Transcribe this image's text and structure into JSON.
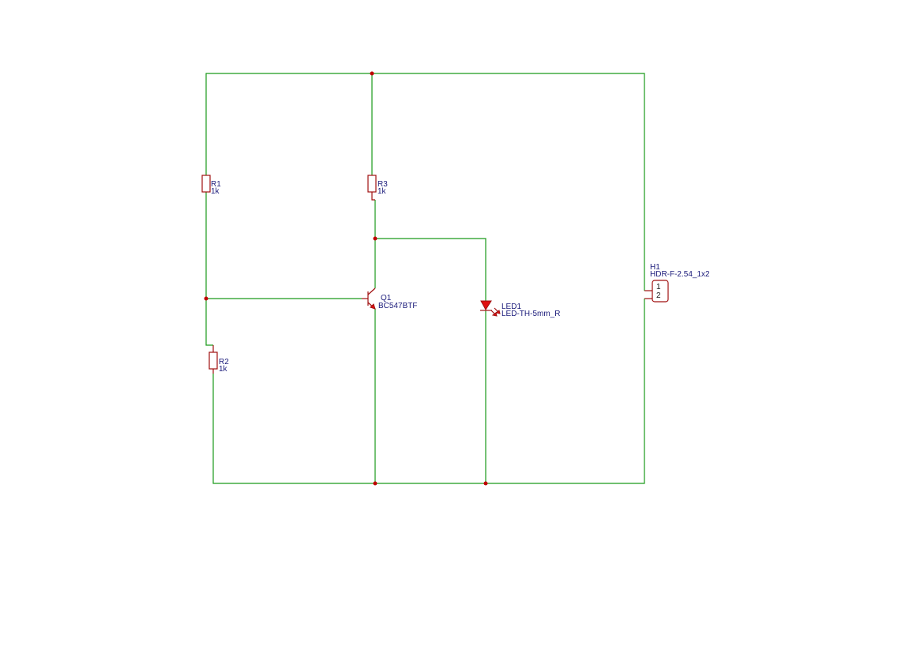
{
  "components": {
    "r1": {
      "designator": "R1",
      "value": "1k"
    },
    "r2": {
      "designator": "R2",
      "value": "1k"
    },
    "r3": {
      "designator": "R3",
      "value": "1k"
    },
    "q1": {
      "designator": "Q1",
      "value": "BC547BTF"
    },
    "led1": {
      "designator": "LED1",
      "value": "LED-TH-5mm_R"
    },
    "h1": {
      "designator": "H1",
      "value": "HDR-F-2.54_1x2",
      "pins": [
        "1",
        "2"
      ]
    }
  },
  "colors": {
    "wire": "#1a9a1a",
    "component": "#a01010",
    "junction": "#c00000",
    "label": "#1a1a7a"
  }
}
